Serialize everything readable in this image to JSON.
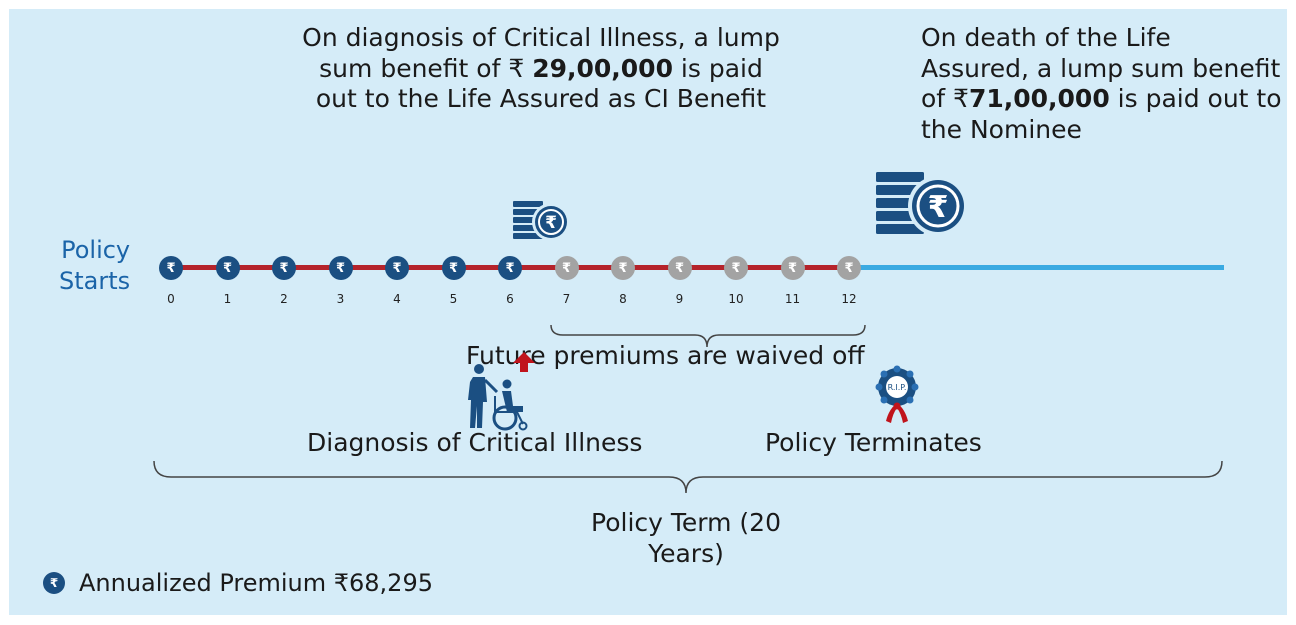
{
  "colors": {
    "background": "#d5ecf8",
    "paid_coin": "#1b4f82",
    "waived_coin": "#a3a3a3",
    "timeline_red": "#b5232b",
    "timeline_blue": "#3aaae2",
    "label_blue": "#1b64a8"
  },
  "ci_text": {
    "pre": "On diagnosis of Critical Illness, a lump sum benefit of ₹ ",
    "amount": "29,00,000",
    "post": " is paid out to the Life Assured as CI Benefit"
  },
  "death_text": {
    "pre": "On death of the Life Assured, a lump sum benefit of ₹",
    "amount": "71,00,000",
    "post": " is paid out to the Nominee"
  },
  "policy_start": {
    "line1": "Policy",
    "line2": "Starts"
  },
  "timeline": {
    "years": [
      "0",
      "1",
      "2",
      "3",
      "4",
      "5",
      "6",
      "7",
      "8",
      "9",
      "10",
      "11",
      "12"
    ],
    "paid_through": 6,
    "coin_symbol": "₹"
  },
  "waiver_label": "Future premiums are waived off",
  "diagnosis_label": "Diagnosis of Critical Illness",
  "terminate_label": "Policy Terminates",
  "rip_text": "R.I.P.",
  "policy_term": {
    "line1": "Policy Term (20",
    "line2": "Years)"
  },
  "legend": {
    "symbol": "₹",
    "label": "Annualized Premium ₹68,295"
  },
  "icons": [
    "coin-stack-rupee-icon",
    "wheelchair-icon",
    "red-up-arrow-icon",
    "rip-wreath-icon"
  ]
}
